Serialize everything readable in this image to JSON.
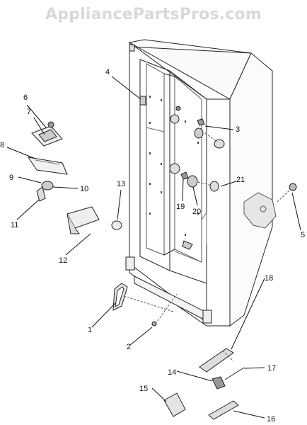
{
  "watermark": "AppliancePartsPros.com",
  "callouts": [
    {
      "id": "c1",
      "text": "1"
    },
    {
      "id": "c2",
      "text": "2"
    },
    {
      "id": "c3",
      "text": "3"
    },
    {
      "id": "c4",
      "text": "4"
    },
    {
      "id": "c5",
      "text": "5"
    },
    {
      "id": "c6",
      "text": "6"
    },
    {
      "id": "c7",
      "text": "7"
    },
    {
      "id": "c8",
      "text": "8"
    },
    {
      "id": "c9",
      "text": "9"
    },
    {
      "id": "c10",
      "text": "10"
    },
    {
      "id": "c11",
      "text": "11"
    },
    {
      "id": "c12",
      "text": "12"
    },
    {
      "id": "c13",
      "text": "13"
    },
    {
      "id": "c14",
      "text": "14"
    },
    {
      "id": "c15",
      "text": "15"
    },
    {
      "id": "c16",
      "text": "16"
    },
    {
      "id": "c17",
      "text": "17"
    },
    {
      "id": "c18",
      "text": "18"
    },
    {
      "id": "c19",
      "text": "19"
    },
    {
      "id": "c20",
      "text": "20"
    },
    {
      "id": "c21",
      "text": "21"
    }
  ]
}
